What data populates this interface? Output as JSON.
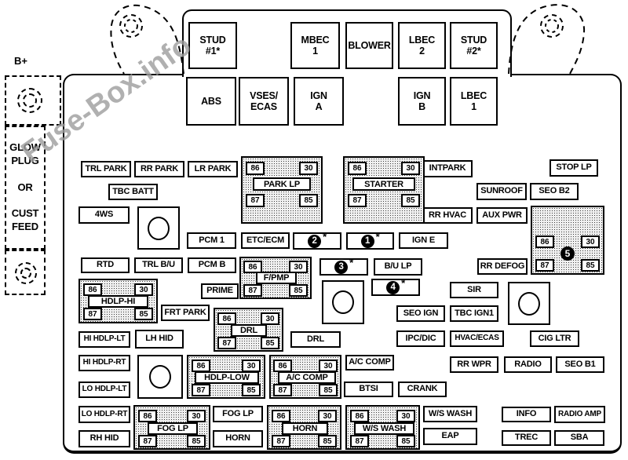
{
  "watermark": "Fuse-Box.info",
  "side": {
    "b_plus": "B+",
    "glow_feed": "GLOW\nPLUG\n\nOR\n\nCUST\nFEED"
  },
  "pins": {
    "p86": "86",
    "p30": "30",
    "p87": "87",
    "p85": "85"
  },
  "header": {
    "stud1": "STUD\n#1*",
    "mbec1": "MBEC\n1",
    "blower": "BLOWER",
    "lbec2": "LBEC\n2",
    "stud2": "STUD\n#2*",
    "abs": "ABS",
    "vses_ecas": "VSES/\nECAS",
    "ign_a": "IGN\nA",
    "ign_b": "IGN\nB",
    "lbec1": "LBEC\n1"
  },
  "fuses": {
    "trl_park": "TRL PARK",
    "rr_park": "RR PARK",
    "lr_park": "LR PARK",
    "intpark": "INTPARK",
    "stop_lp": "STOP LP",
    "tbc_batt": "TBC BATT",
    "sunroof": "SUNROOF",
    "seo_b2": "SEO B2",
    "ws4": "4WS",
    "rr_hvac": "RR HVAC",
    "aux_pwr": "AUX PWR",
    "pcm1": "PCM 1",
    "etc_ecm": "ETC/ECM",
    "ign_e": "IGN E",
    "rtd": "RTD",
    "trl_bu": "TRL B/U",
    "pcm_b": "PCM B",
    "bu_lp": "B/U LP",
    "rr_defog": "RR DEFOG",
    "prime": "PRIME",
    "sir": "SIR",
    "frt_park": "FRT PARK",
    "seo_ign": "SEO IGN",
    "tbc_ign1": "TBC IGN1",
    "hi_hdlp_lt": "HI HDLP-LT",
    "lh_hid": "LH HID",
    "drl": "DRL",
    "ipc_dic": "IPC/DIC",
    "hvac_ecas": "HVAC/ECAS",
    "cig_ltr": "CIG LTR",
    "hi_hdlp_rt": "HI HDLP-RT",
    "ac_comp": "A/C COMP",
    "rr_wpr": "RR WPR",
    "radio": "RADIO",
    "seo_b1": "SEO B1",
    "lo_hdlp_lt": "LO HDLP-LT",
    "btsi": "BTSI",
    "crank": "CRANK",
    "lo_hdlp_rt": "LO HDLP-RT",
    "fog_lp": "FOG LP",
    "ws_wash": "W/S WASH",
    "info": "INFO",
    "radio_amp": "RADIO AMP",
    "rh_hid": "RH HID",
    "horn": "HORN",
    "eap": "EAP",
    "trec": "TREC",
    "sba": "SBA"
  },
  "numbered": {
    "f1": {
      "num": "1",
      "star": "*"
    },
    "f2": {
      "num": "2",
      "star": "*"
    },
    "f3": {
      "num": "3",
      "star": "*"
    },
    "f4": {
      "num": "4",
      "star": "*"
    }
  },
  "relays": {
    "park_lp": "PARK LP",
    "starter": "STARTER",
    "relay5": "5",
    "f_pmp": "F/PMP",
    "hdlp_hi": "HDLP-HI",
    "drl": "DRL",
    "hdlp_low": "HDLP-LOW",
    "ac_comp": "A/C COMP",
    "fog_lp": "FOG LP",
    "horn": "HORN",
    "ws_wash": "W/S WASH"
  }
}
